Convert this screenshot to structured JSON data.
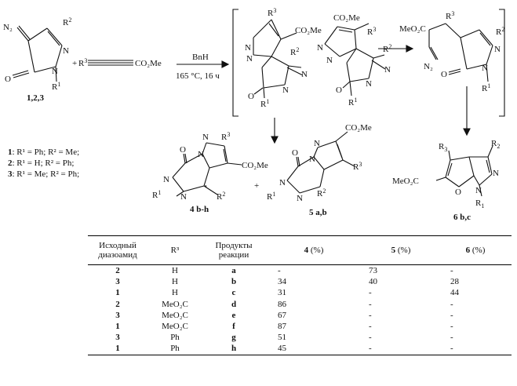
{
  "scheme": {
    "start_label": "1,2,3",
    "plus": "+",
    "r3_label": "R",
    "r3_sup": "3",
    "ester": "CO₂Me",
    "ester_left": "MeO₂C",
    "reagent": "BnH",
    "conditions": "165 °C, 16 ч",
    "product4_label": "4 b-h",
    "product5_label": "5 a,b",
    "product6_label": "6 b,c",
    "atoms": {
      "N": "N",
      "O": "O",
      "N2": "N₂",
      "R": "R",
      "sup1": "1",
      "sup2": "2",
      "sup3": "3",
      "sub1": "1",
      "sub2": "2",
      "sub3": "3"
    }
  },
  "legend": [
    {
      "num": "1",
      "text": ": R¹ = Ph; R² = Me;"
    },
    {
      "num": "2",
      "text": ": R¹ = H; R² = Ph;"
    },
    {
      "num": "3",
      "text": ": R¹ = Me; R² = Ph;"
    }
  ],
  "table": {
    "headers": {
      "diazo_line1": "Исходный",
      "diazo_line2": "диазоамид",
      "r3": "R³",
      "prod_line1": "Продукты",
      "prod_line2": "реакции",
      "p4": "4",
      "p5": "5",
      "p6": "6",
      "pct": "(%)"
    },
    "rows": [
      {
        "diazo": "2",
        "r3": "H",
        "prod": "a",
        "p4": "-",
        "p5": "73",
        "p6": "-"
      },
      {
        "diazo": "3",
        "r3": "H",
        "prod": "b",
        "p4": "34",
        "p5": "40",
        "p6": "28"
      },
      {
        "diazo": "1",
        "r3": "H",
        "prod": "c",
        "p4": "31",
        "p5": "-",
        "p6": "44"
      },
      {
        "diazo": "2",
        "r3": "MeO₂C",
        "prod": "d",
        "p4": "86",
        "p5": "-",
        "p6": "-"
      },
      {
        "diazo": "3",
        "r3": "MeO₂C",
        "prod": "e",
        "p4": "67",
        "p5": "-",
        "p6": "-"
      },
      {
        "diazo": "1",
        "r3": "MeO₂C",
        "prod": "f",
        "p4": "87",
        "p5": "-",
        "p6": "-"
      },
      {
        "diazo": "3",
        "r3": "Ph",
        "prod": "g",
        "p4": "51",
        "p5": "-",
        "p6": "-"
      },
      {
        "diazo": "1",
        "r3": "Ph",
        "prod": "h",
        "p4": "45",
        "p5": "-",
        "p6": "-"
      }
    ]
  }
}
